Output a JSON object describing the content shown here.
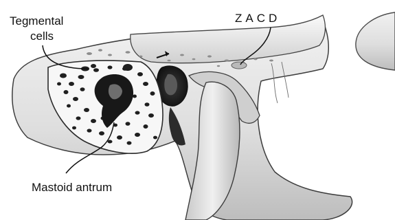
{
  "labels": {
    "tegmental_line1": "Tegmental",
    "tegmental_line2": "cells",
    "zacd": "ZACD",
    "mastoid_antrum": "Mastoid antrum"
  }
}
